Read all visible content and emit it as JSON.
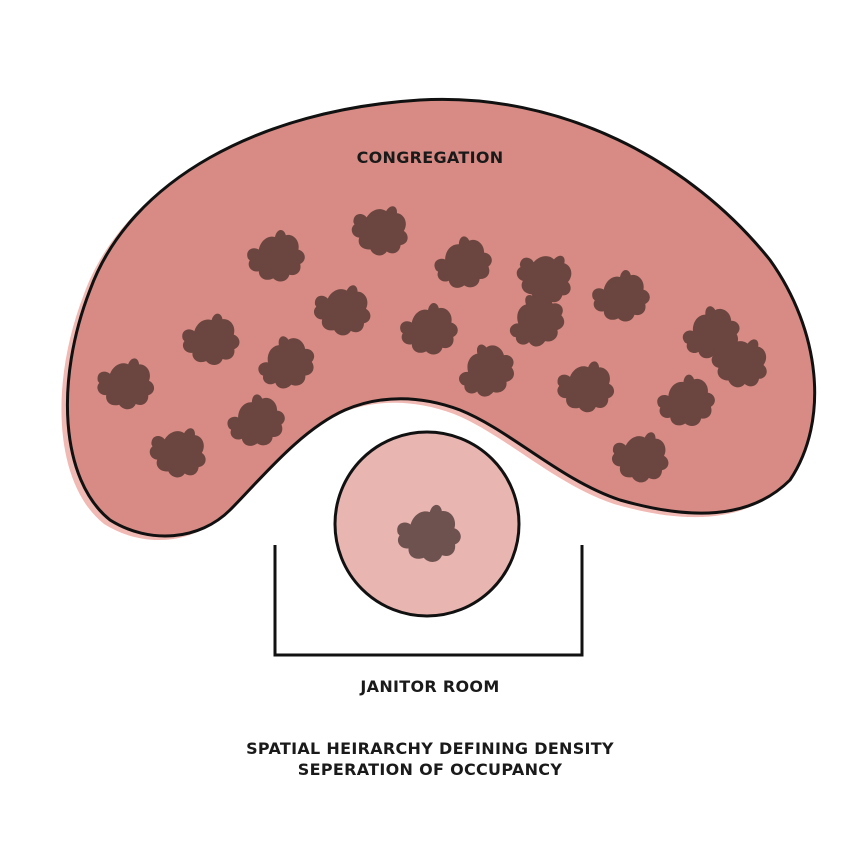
{
  "zones": {
    "congregation": {
      "label": "CONGREGATION",
      "occupants": 19
    },
    "janitor_room": {
      "label": "JANITOR ROOM",
      "occupants": 1
    }
  },
  "caption": {
    "line1": "SPATIAL HEIRARCHY DEFINING DENSITY",
    "line2": "SEPERATION OF OCCUPANCY"
  },
  "colors": {
    "congregation_fill": "#d78b84",
    "congregation_shadow": "#f0b9b3",
    "janitor_fill": "#e8b5b1",
    "occupant": "#6b453f",
    "outline": "#111111"
  },
  "icons": {
    "occupant": "person-topdown-icon"
  }
}
